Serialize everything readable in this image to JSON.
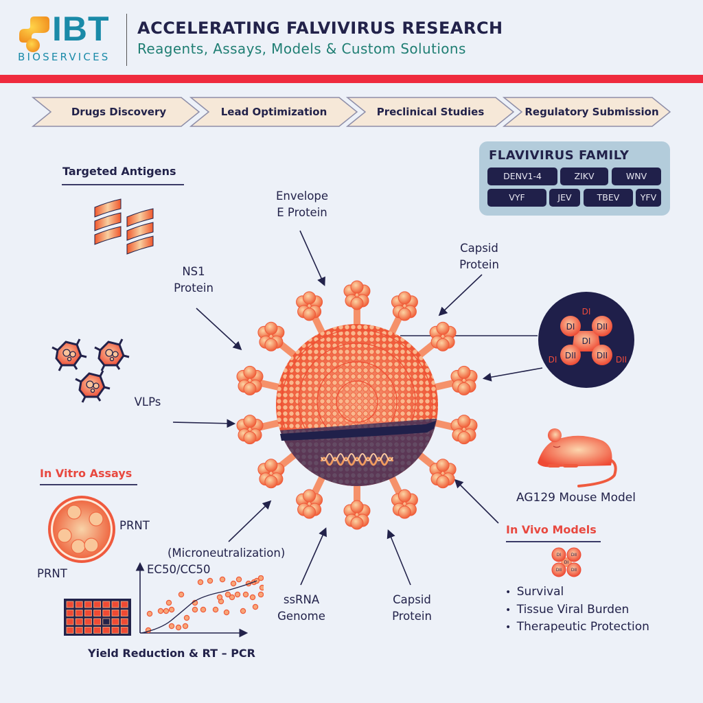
{
  "header": {
    "logo_main": "IBT",
    "logo_sub": "BIOSERVICES",
    "title": "ACCELERATING FALVIVIRUS RESEARCH",
    "subtitle": "Reagents, Assays, Models & Custom Solutions"
  },
  "pipeline": [
    {
      "label": "Drugs Discovery"
    },
    {
      "label": "Lead Optimization"
    },
    {
      "label": "Preclinical Studies"
    },
    {
      "label": "Regulatory Submission"
    }
  ],
  "flavivirus_family": {
    "title": "FLAVIVIRUS FAMILY",
    "row1": [
      "DENV1-4",
      "ZIKV",
      "WNV"
    ],
    "row2": [
      "VYF",
      "JEV",
      "TBEV",
      "YFV"
    ]
  },
  "targeted_antigens": {
    "title": "Targeted Antigens"
  },
  "virus_labels": {
    "envelope": [
      "Envelope",
      "E Protein"
    ],
    "ns1": [
      "NS1",
      "Protein"
    ],
    "capsid_top": [
      "Capsid",
      "Protein"
    ],
    "vlps": "VLPs",
    "ssrna": [
      "ssRNA",
      "Genome"
    ],
    "capsid_bottom": [
      "Capsid",
      "Protein"
    ],
    "microneutralization": "(Microneutralization)"
  },
  "domain_diagram": {
    "outer_labels": [
      "DI",
      "DI",
      "DII"
    ],
    "inner_labels": [
      "DI",
      "DII",
      "DI",
      "DII",
      "DII"
    ]
  },
  "in_vitro": {
    "title": "In Vitro Assays",
    "prnt_right": "PRNT",
    "prnt_left": "PRNT",
    "ec50": "EC50/CC50",
    "yield": "Yield Reduction & RT – PCR"
  },
  "in_vivo": {
    "mouse_label": "AG129 Mouse Model",
    "title": "In Vivo Models",
    "bullets": [
      "Survival",
      "Tissue Viral Burden",
      "Therapeutic Protection"
    ]
  },
  "colors": {
    "navy": "#22224a",
    "teal": "#1f7e73",
    "brand_blue": "#1a8aa8",
    "red_bar": "#ef2b3e",
    "accent_red": "#e8483f",
    "chevron_fill": "#f6e8d8",
    "flavi_box": "#b3ccdb"
  }
}
